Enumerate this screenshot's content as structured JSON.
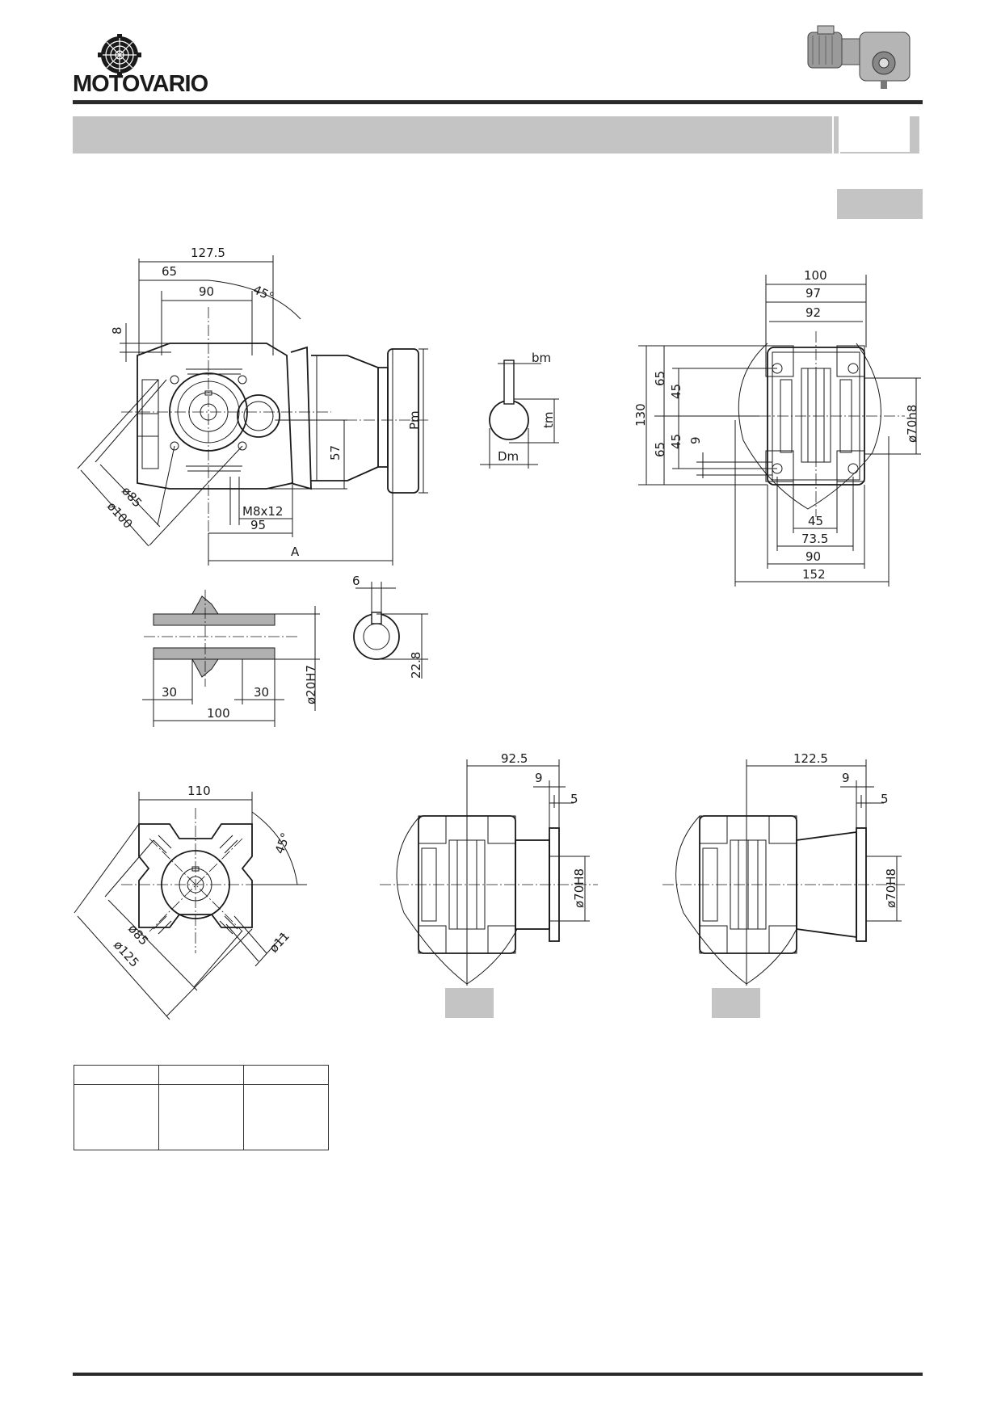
{
  "brand": {
    "name": "MOTOVARIO"
  },
  "icons": {
    "logo": "motovario-gear-logo-icon",
    "product": "gearmotor-product-icon"
  },
  "dims": {
    "front": {
      "w127_5": "127.5",
      "w65": "65",
      "w90": "90",
      "angle45": "45°",
      "h8": "8",
      "d85": "ø85",
      "d100": "ø100",
      "h57": "57",
      "thread": "M8x12",
      "w95": "95",
      "a": "A",
      "pm": "Pm"
    },
    "key": {
      "bm": "bm",
      "tm": "tm",
      "dm": "Dm"
    },
    "side": {
      "w100": "100",
      "w97": "97",
      "w92": "92",
      "h130": "130",
      "h65a": "65",
      "h45a": "45",
      "h45b": "45",
      "h65b": "65",
      "h9": "9",
      "d70h8": "ø70h8",
      "w45": "45",
      "w73_5": "73.5",
      "w90": "90",
      "w152": "152"
    },
    "shaft": {
      "w30a": "30",
      "w30b": "30",
      "w100": "100",
      "d20h7": "ø20H7",
      "w6": "6",
      "h22_8": "22.8"
    },
    "flange": {
      "w110": "110",
      "angle45": "45°",
      "d85": "ø85",
      "d125": "ø125",
      "d11": "ø11"
    },
    "variant_a": {
      "w92_5": "92.5",
      "w9": "9",
      "w5": "5",
      "d70H8": "ø70H8"
    },
    "variant_b": {
      "w122_5": "122.5",
      "w9": "9",
      "w5": "5",
      "d70H8": "ø70H8"
    }
  },
  "table": {
    "columns": 3,
    "header": [
      "",
      "",
      ""
    ],
    "body": [
      "",
      "",
      ""
    ]
  }
}
